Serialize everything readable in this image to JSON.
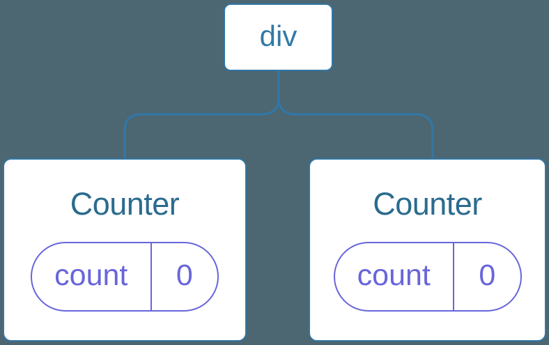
{
  "diagram": {
    "description": "Component tree diagram: a div root element with two Counter component children, each holding a count state of 0",
    "colors": {
      "background": "#4C6672",
      "accent_blue": "#3377A5",
      "root_label_text": "#3279A6",
      "counter_title_text": "#2B6B8F",
      "accent_purple": "#6865DB",
      "node_fill": "#FFFFFF"
    },
    "root": {
      "label": "div"
    },
    "children": [
      {
        "title": "Counter",
        "state_pill": {
          "name": "count",
          "value": "0"
        }
      },
      {
        "title": "Counter",
        "state_pill": {
          "name": "count",
          "value": "0"
        }
      }
    ]
  }
}
